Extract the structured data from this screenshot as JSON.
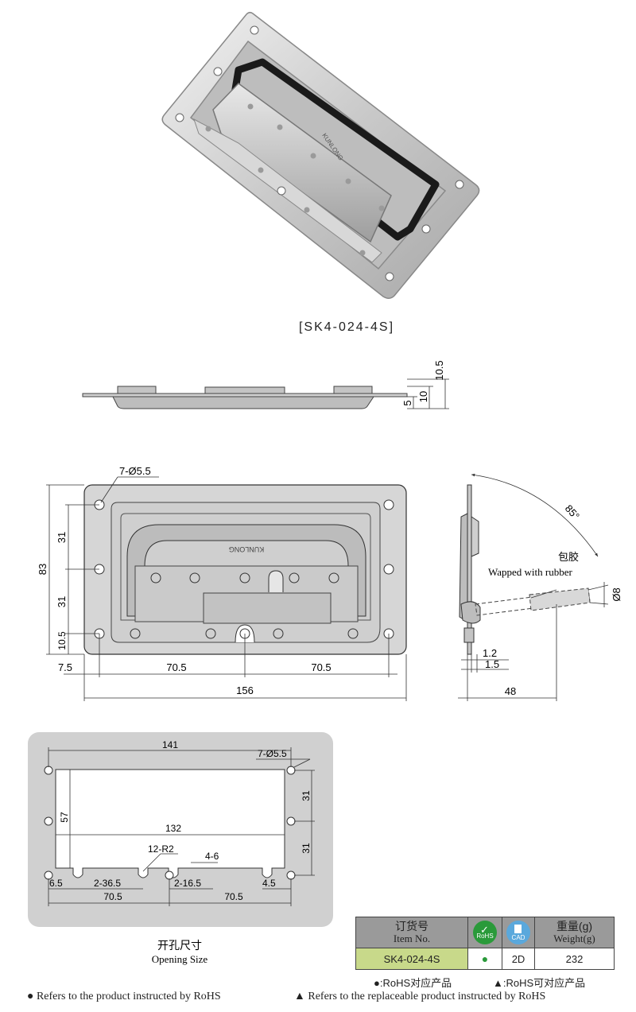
{
  "product": {
    "model_label": "[SK4-024-4S]",
    "brand_stamp": "KUNLONG"
  },
  "side_view": {
    "dims": {
      "total": "10.5",
      "upper": "10",
      "lower": "5"
    }
  },
  "front_view": {
    "holes_note": "7-Ø5.5",
    "dims": {
      "height": "83",
      "pitch_upper": "31",
      "pitch_lower": "31",
      "bottom_offset": "10.5",
      "left_offset": "7.5",
      "span_left": "70.5",
      "span_right": "70.5",
      "width": "156"
    }
  },
  "profile_view": {
    "angle": "85°",
    "rubber_cn": "包胶",
    "rubber_en": "Wapped with rubber",
    "grip_dia": "Ø8",
    "t1": "1.2",
    "t2": "1.5",
    "depth": "48"
  },
  "opening_view": {
    "dims": {
      "hole_span": "141",
      "holes_note": "7-Ø5.5",
      "opening_width": "132",
      "height": "57",
      "pitch_upper": "31",
      "pitch_lower": "31",
      "radius_note": "12-R2",
      "slot_note": "4-6",
      "left_offset": "6.5",
      "slot_pitch_a": "2-36.5",
      "slot_pitch_b": "2-16.5",
      "right_offset": "4.5",
      "span_left": "70.5",
      "span_right": "70.5"
    },
    "caption_cn": "开孔尺寸",
    "caption_en": "Opening Size"
  },
  "spec_table": {
    "headers": {
      "item_cn": "订货号",
      "item_en": "Item No.",
      "rohs_badge": "RoHS",
      "cad_badge": "CAD",
      "weight_cn": "重量(g)",
      "weight_en": "Weight(g)"
    },
    "row": {
      "item": "SK4-024-4S",
      "rohs_mark": "●",
      "cad": "2D",
      "weight": "232"
    }
  },
  "notes": {
    "rohs_cn": "●:RoHS对应产品",
    "replace_cn": "▲:RoHS可对应产品",
    "rohs_en": "● Refers to the product instructed by RoHS",
    "replace_en": "▲ Refers to the replaceable product instructed by RoHS"
  },
  "colors": {
    "accent_green": "#2a9a3a",
    "table_header": "#9a9a9a",
    "item_cell": "#c8d98a",
    "plate": "#d6d6d6"
  }
}
